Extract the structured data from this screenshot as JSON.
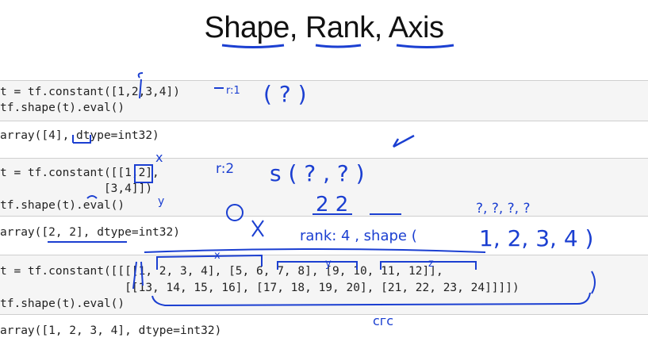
{
  "title": "Shape, Rank, Axis",
  "cells": [
    {
      "input": [
        "t = tf.constant([1,2,3,4])",
        "tf.shape(t).eval()"
      ],
      "output": "array([4], dtype=int32)"
    },
    {
      "input": [
        "t = tf.constant([[1,2],",
        "               [3,4]])",
        "tf.shape(t).eval()"
      ],
      "output": "array([2, 2], dtype=int32)"
    },
    {
      "input": [
        "t = tf.constant([[[[1, 2, 3, 4], [5, 6, 7, 8], [9, 10, 11, 12]],",
        "                  [[13, 14, 15, 16], [17, 18, 19, 20], [21, 22, 23, 24]]]])",
        "tf.shape(t).eval()"
      ],
      "output": "array([1, 2, 3, 4], dtype=int32)"
    }
  ],
  "annotations": {
    "a1": "r:1",
    "a2": "( ? )",
    "a3": "r:2",
    "a4": "s ( ? , ? )",
    "a5": "2   2",
    "a6": "?, ?, ?, ?",
    "a7": "rank: 4 , shape (",
    "a8": "1, 2, 3, 4 )",
    "a9": "x",
    "a10": "y",
    "a11": "z",
    "a12": "сгс"
  },
  "colors": {
    "ink": "#1b3fd1",
    "code_bg": "#f5f5f5",
    "bracket_green": "#7ac943"
  }
}
